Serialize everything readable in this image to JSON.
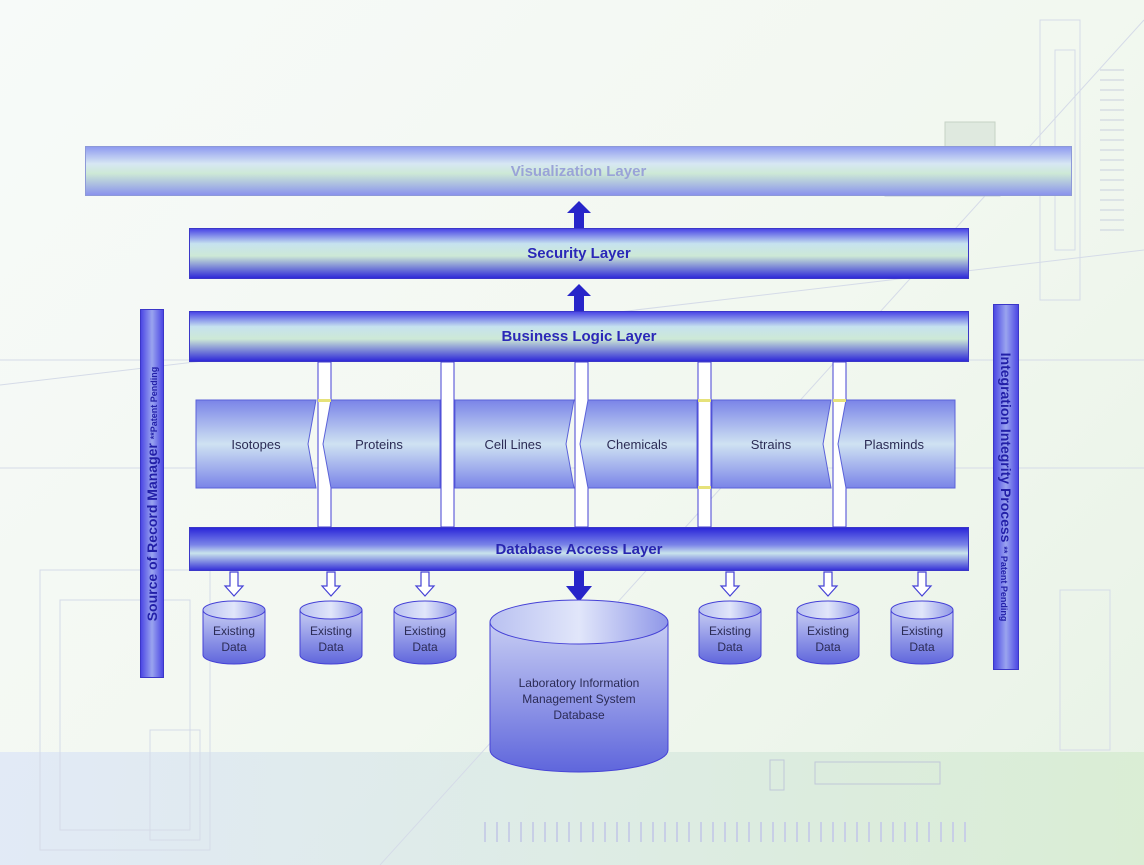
{
  "layers": {
    "visualization": "Visualization Layer",
    "security": "Security Layer",
    "business": "Business Logic Layer",
    "database_access": "Database Access Layer"
  },
  "domains": [
    "Isotopes",
    "Proteins",
    "Cell Lines",
    "Chemicals",
    "Strains",
    "Plasminds"
  ],
  "sidebars": {
    "left_main": "Source of Record Manager ",
    "left_note": "**Patent Pending",
    "right_main": "Integration Integrity Process ",
    "right_note": "** Patent Pending"
  },
  "existing_data": {
    "line1": "Existing",
    "line2": "Data"
  },
  "lims": {
    "line1": "Laboratory Information",
    "line2": "Management System",
    "line3": "Database"
  },
  "colors": {
    "layer_blue": "#2f2ad8",
    "label_blue": "#2b28b8",
    "arrow_blue": "#2725c9"
  }
}
